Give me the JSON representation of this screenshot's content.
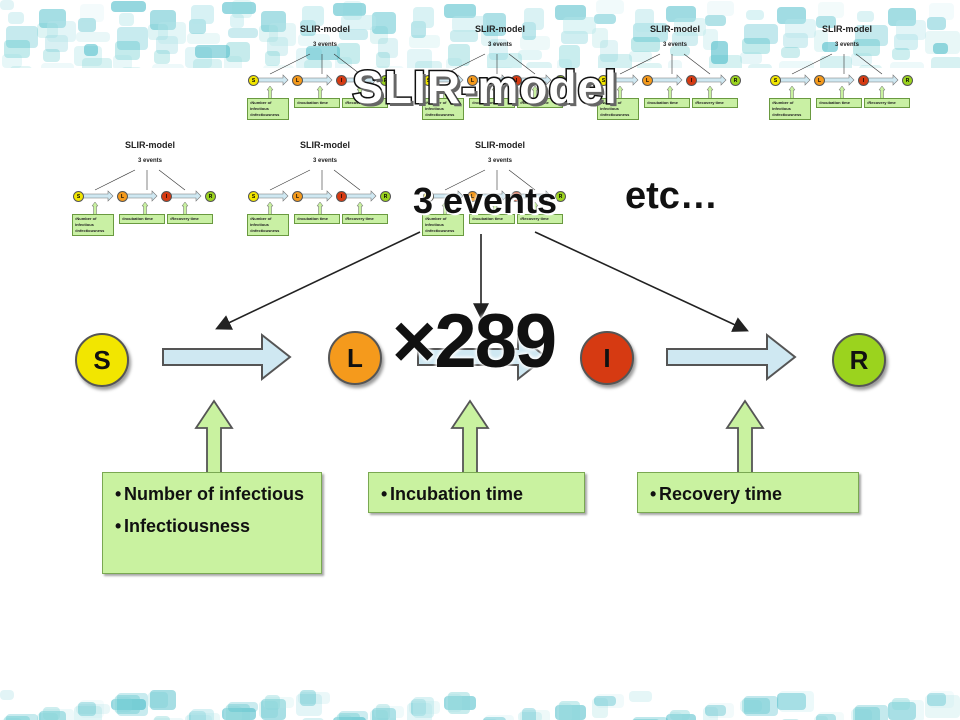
{
  "title": "SLIR-model",
  "events_label": "3 events",
  "etc_label": "etc…",
  "multiplier": "×289",
  "nodes": {
    "s": {
      "label": "S",
      "color": "#f2e600"
    },
    "l": {
      "label": "L",
      "color": "#f59a1c"
    },
    "i": {
      "label": "I",
      "color": "#d63a12"
    },
    "r": {
      "label": "R",
      "color": "#9bd31e"
    }
  },
  "boxes": {
    "number": {
      "items": [
        "Number of infectious",
        "Infectiousness"
      ]
    },
    "incubation": {
      "items": [
        "Incubation time"
      ]
    },
    "recovery": {
      "items": [
        "Recovery time"
      ]
    }
  },
  "thumbnail": {
    "title": "SLIR-model",
    "events": "3 events",
    "nodes": [
      "S",
      "L",
      "I",
      "R"
    ],
    "box_number": [
      "•Number of infectious",
      "•Infectiousness"
    ],
    "box_incubation": "•Incubation time",
    "box_recovery": "•Recovery time"
  },
  "colors": {
    "arrow_fill": "#cfe8f2",
    "box_fill": "#c9f2a0",
    "band_teal": "#5cc8c8"
  }
}
